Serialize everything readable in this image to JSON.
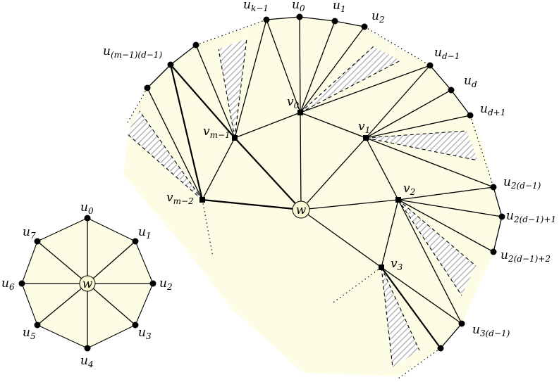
{
  "colors": {
    "fill": "#fdfde6",
    "center_fill": "#fbf8d4",
    "hatch": "#b8b8b8",
    "stroke": "#000000"
  },
  "small_wheel": {
    "center_label": {
      "main": "w",
      "sub": ""
    },
    "rim_labels": [
      {
        "main": "u",
        "sub": "0"
      },
      {
        "main": "u",
        "sub": "1"
      },
      {
        "main": "u",
        "sub": "2"
      },
      {
        "main": "u",
        "sub": "3"
      },
      {
        "main": "u",
        "sub": "4"
      },
      {
        "main": "u",
        "sub": "5"
      },
      {
        "main": "u",
        "sub": "6"
      },
      {
        "main": "u",
        "sub": "7"
      }
    ]
  },
  "large_diagram": {
    "center_label": {
      "main": "w",
      "sub": ""
    },
    "inner_labels": [
      {
        "main": "v",
        "sub": "0"
      },
      {
        "main": "v",
        "sub": "1"
      },
      {
        "main": "v",
        "sub": "2"
      },
      {
        "main": "v",
        "sub": "3"
      },
      {
        "main": "v",
        "sub": "m−1"
      },
      {
        "main": "v",
        "sub": "m−2"
      }
    ],
    "outer_labels": [
      {
        "main": "u",
        "sub": "k−1"
      },
      {
        "main": "u",
        "sub": "0"
      },
      {
        "main": "u",
        "sub": "1"
      },
      {
        "main": "u",
        "sub": "2"
      },
      {
        "main": "u",
        "sub": "d−1"
      },
      {
        "main": "u",
        "sub": "d"
      },
      {
        "main": "u",
        "sub": "d+1"
      },
      {
        "main": "u",
        "sub": "2(d−1)"
      },
      {
        "main": "u",
        "sub": "2(d−1)+1"
      },
      {
        "main": "u",
        "sub": "2(d−1)+2"
      },
      {
        "main": "u",
        "sub": "3(d−1)"
      },
      {
        "main": "u",
        "sub": "(m−1)(d−1)"
      }
    ]
  }
}
